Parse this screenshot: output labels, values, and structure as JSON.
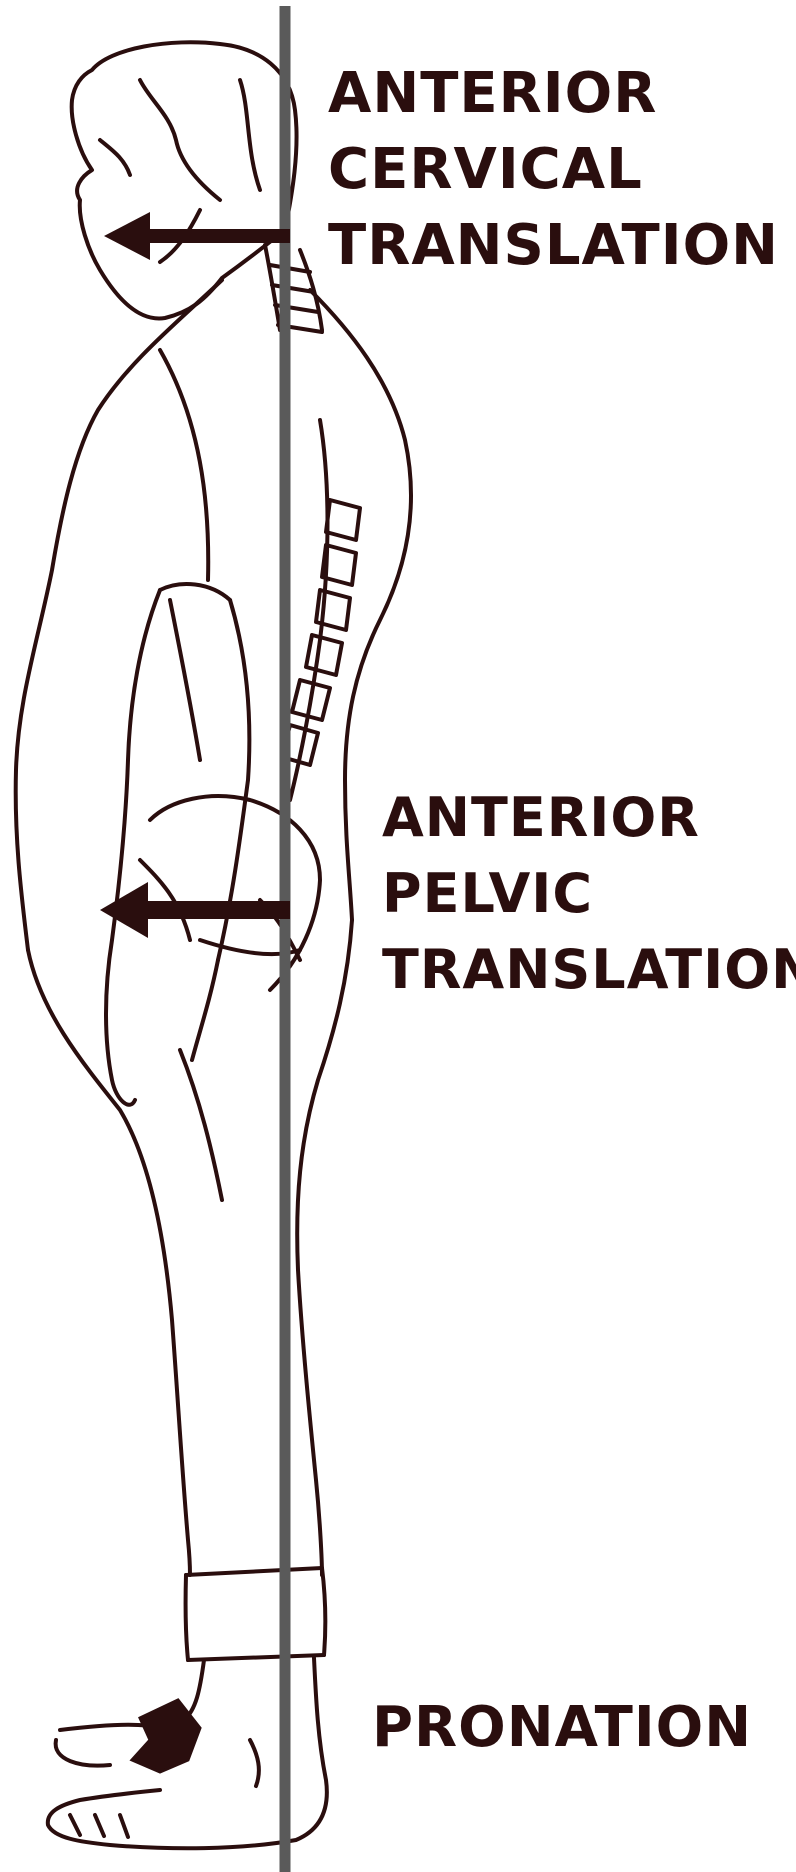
{
  "colors": {
    "line": "#2a0e0e",
    "plumb_line": "#5a5a5a",
    "background": "#ffffff"
  },
  "labels": {
    "cervical": [
      "ANTERIOR",
      "CERVICAL",
      "TRANSLATION"
    ],
    "pelvic": [
      "ANTERIOR",
      "PELVIC",
      "TRANSLATION"
    ],
    "pronation": "PRONATION"
  }
}
